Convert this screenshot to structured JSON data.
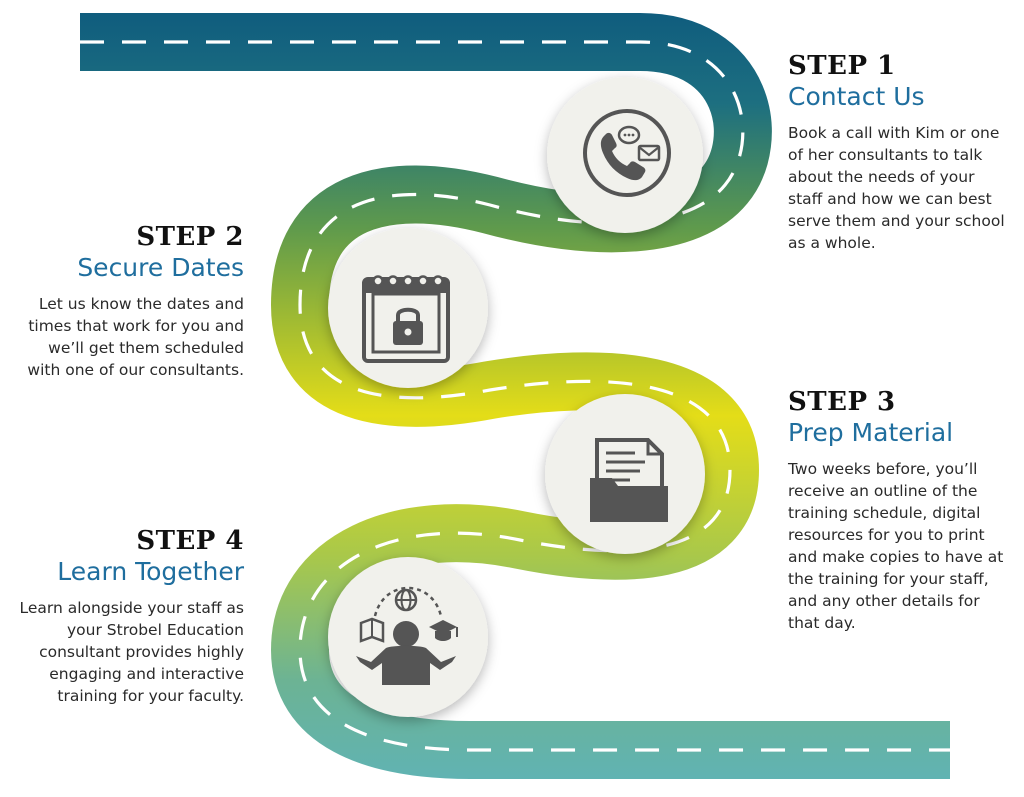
{
  "colors": {
    "road_start": "#0f5c7e",
    "road_mid": "#d9dc1f",
    "road_end": "#6cb8b4",
    "title_blue": "#1f6e9e",
    "icon_gray": "#555555",
    "circle_fill": "#f1f1ec"
  },
  "steps": [
    {
      "label": "STEP 1",
      "title": "Contact Us",
      "description": "Book a call with Kim or one of her consultants to talk about the needs of your staff and how we can best serve them and your school as a whole.",
      "icon": "phone-chat-mail-icon"
    },
    {
      "label": "STEP 2",
      "title": "Secure Dates",
      "description": "Let us know the dates and times that work for you and we’ll get them scheduled with one of our consultants.",
      "icon": "calendar-lock-icon"
    },
    {
      "label": "STEP 3",
      "title": "Prep Material",
      "description": "Two weeks before, you’ll receive an outline of the training schedule, digital resources for you to print and make copies to have at the training for your staff, and any other details for that day.",
      "icon": "document-folder-icon"
    },
    {
      "label": "STEP 4",
      "title": "Learn Together",
      "description": "Learn alongside your staff as your Strobel Education consultant provides highly engaging and interactive training for your faculty.",
      "icon": "learner-globe-book-cap-icon"
    }
  ]
}
